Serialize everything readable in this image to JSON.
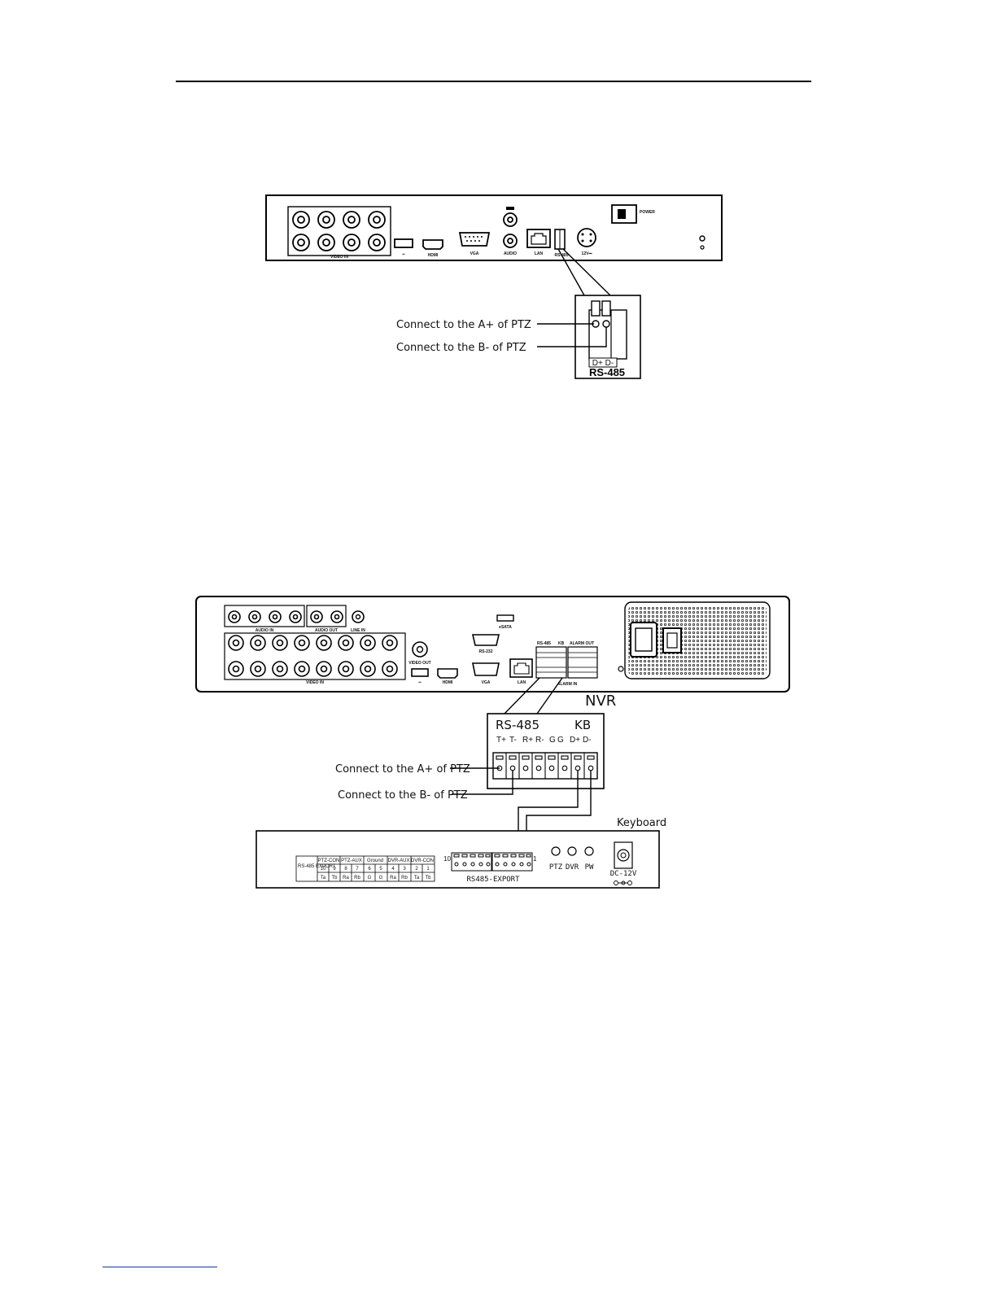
{
  "diagram1": {
    "labels": {
      "video_in": "VIDEO IN",
      "hdmi": "HDMI",
      "vga": "VGA",
      "audio": "AUDIO",
      "lan": "LAN",
      "rs485_small": "RS-485",
      "power_in": "12V⎓",
      "power_switch": "POWER"
    },
    "callout": {
      "connect_a": "Connect to the A+ of PTZ",
      "connect_b": "Connect to the B- of PTZ",
      "terminals": "D+ D-",
      "title": "RS-485"
    }
  },
  "diagram2": {
    "labels": {
      "audio_in": "AUDIO IN",
      "audio_out": "AUDIO OUT",
      "line_in": "LINE IN",
      "esata": "eSATA",
      "rs232": "RS-232",
      "video_out": "VIDEO OUT",
      "hdmi": "HDMI",
      "vga": "VGA",
      "lan": "LAN",
      "rs485_small": "RS-485",
      "kb_small": "KB",
      "alarm_out": "ALARM OUT",
      "alarm_in": "ALARM IN",
      "video_in": "VIDEO IN"
    },
    "nvr_title": "NVR",
    "callout": {
      "rs485": "RS-485",
      "kb": "KB",
      "pins": [
        "T+",
        "T-",
        "R+",
        "R-",
        "G",
        "G",
        "D+",
        "D-"
      ],
      "connect_a": "Connect to the A+ of PTZ",
      "connect_b": "Connect to the B- of PTZ"
    },
    "keyboard": {
      "title": "Keyboard",
      "table_row_header": "RS-485 EXPORT",
      "groups": [
        "PTZ-CON",
        "PTZ-AUX",
        "Ground",
        "DVR-AUX",
        "DVR-CON"
      ],
      "numbers": [
        "10",
        "9",
        "8",
        "7",
        "6",
        "5",
        "4",
        "3",
        "2",
        "1"
      ],
      "signals": [
        "Ta",
        "Tb",
        "Ra",
        "Rb",
        "G",
        "G",
        "Ra",
        "Rb",
        "Ta",
        "Tb"
      ],
      "terminal_left": "10",
      "terminal_right": "1",
      "export_label": "RS485-EXPORT",
      "led_labels": [
        "PTZ",
        "DVR",
        "PW"
      ],
      "dc_label": "DC-12V"
    }
  }
}
